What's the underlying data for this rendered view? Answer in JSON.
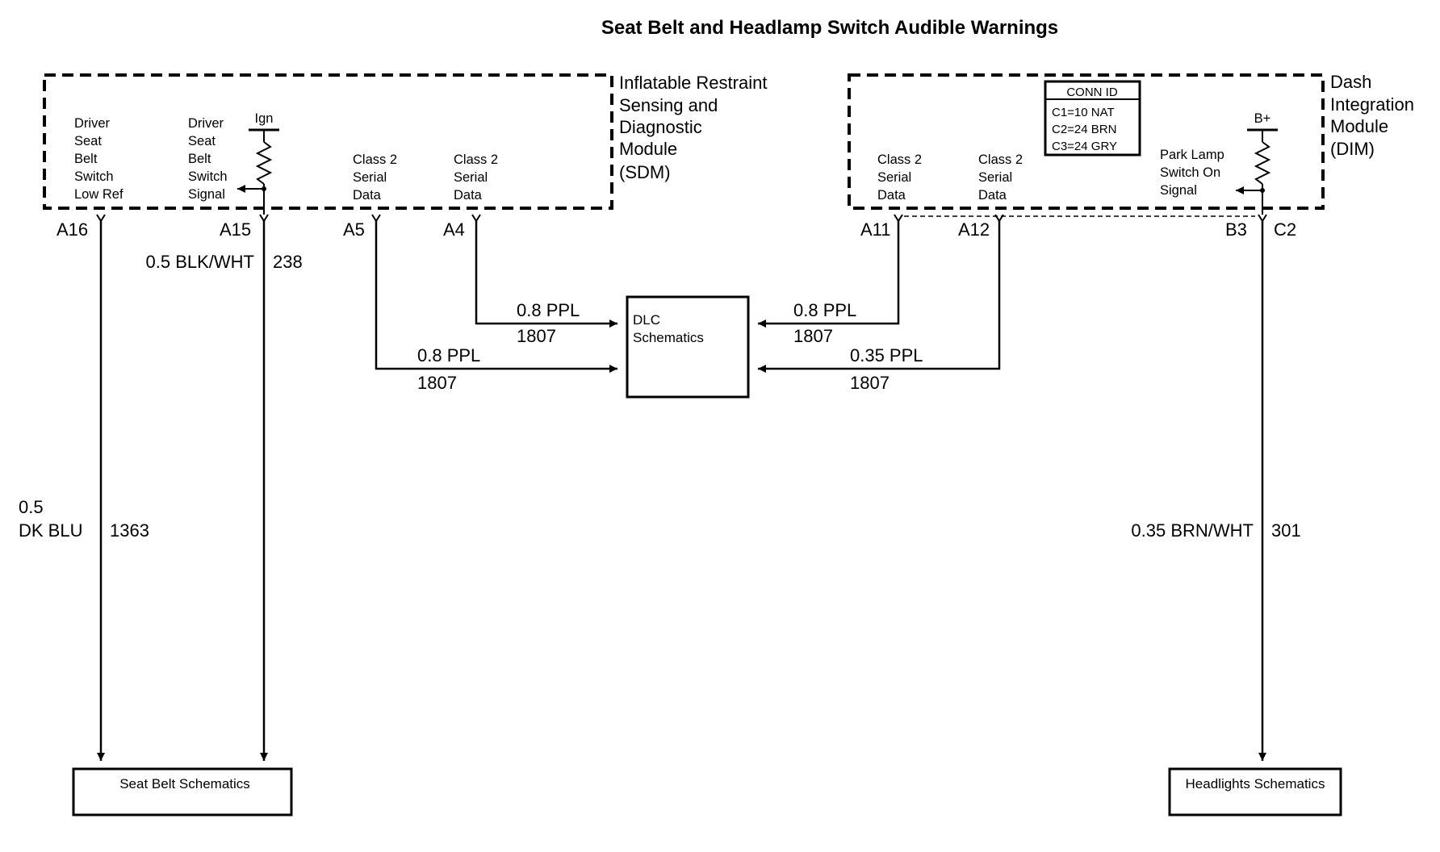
{
  "title": "Seat Belt and Headlamp Switch Audible Warnings",
  "sdm": {
    "name": [
      "Inflatable Restraint",
      "Sensing and",
      "Diagnostic",
      "Module",
      "(SDM)"
    ],
    "pin_a16_label": [
      "Driver",
      "Seat",
      "Belt",
      "Switch",
      "Low Ref"
    ],
    "pin_a15_label": [
      "Driver",
      "Seat",
      "Belt",
      "Switch",
      "Signal"
    ],
    "ign": "Ign",
    "pin_a5_label": [
      "Class 2",
      "Serial",
      "Data"
    ],
    "pin_a4_label": [
      "Class 2",
      "Serial",
      "Data"
    ],
    "pins": {
      "a16": "A16",
      "a15": "A15",
      "a5": "A5",
      "a4": "A4"
    }
  },
  "dim": {
    "name": [
      "Dash",
      "Integration",
      "Module",
      "(DIM)"
    ],
    "conn_id": {
      "title": "CONN ID",
      "rows": [
        "C1=10 NAT",
        "C2=24 BRN",
        "C3=24 GRY"
      ]
    },
    "pin_a11_label": [
      "Class 2",
      "Serial",
      "Data"
    ],
    "pin_a12_label": [
      "Class 2",
      "Serial",
      "Data"
    ],
    "park_lamp_label": [
      "Park Lamp",
      "Switch On",
      "Signal"
    ],
    "bplus": "B+",
    "pins": {
      "a11": "A11",
      "a12": "A12",
      "b3": "B3",
      "c2": "C2"
    }
  },
  "wires": {
    "a15": {
      "color": "0.5 BLK/WHT",
      "circuit": "238"
    },
    "a16": {
      "size": "0.5",
      "color": "DK BLU",
      "circuit": "1363"
    },
    "a4": {
      "color": "0.8 PPL",
      "circuit": "1807"
    },
    "a5": {
      "color": "0.8 PPL",
      "circuit": "1807"
    },
    "a11": {
      "color": "0.8 PPL",
      "circuit": "1807"
    },
    "a12": {
      "color": "0.35 PPL",
      "circuit": "1807"
    },
    "c2": {
      "color": "0.35 BRN/WHT",
      "circuit": "301"
    }
  },
  "dlc": [
    "DLC",
    "Schematics"
  ],
  "seat_belt_box": "Seat Belt Schematics",
  "headlights_box": "Headlights Schematics"
}
